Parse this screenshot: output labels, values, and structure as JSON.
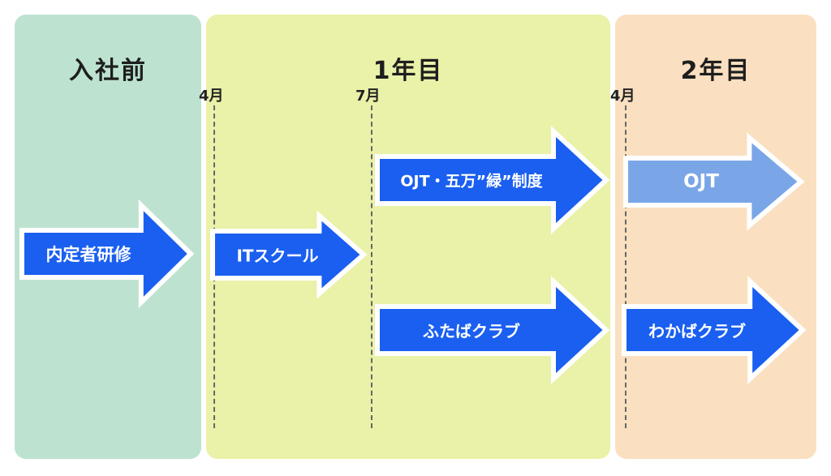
{
  "phases": [
    {
      "id": "pre",
      "title": "入社前",
      "color": "#bde3d0"
    },
    {
      "id": "year1",
      "title": "1年目",
      "color": "#eaf1a8"
    },
    {
      "id": "year2",
      "title": "2年目",
      "color": "#fae0c0"
    }
  ],
  "months": [
    "4月",
    "7月",
    "4月"
  ],
  "arrows": {
    "pre_training": {
      "label": "内定者研修",
      "color": "#1a5ff0"
    },
    "it_school": {
      "label": "ITスクール",
      "color": "#1a5ff0"
    },
    "ojt_system": {
      "label": "OJT・五万”緑”制度",
      "color": "#1a5ff0"
    },
    "ojt": {
      "label": "OJT",
      "color": "#7aa6e8"
    },
    "futaba_club": {
      "label": "ふたばクラブ",
      "color": "#1a5ff0"
    },
    "wakaba_club": {
      "label": "わかばクラブ",
      "color": "#1a5ff0"
    }
  }
}
